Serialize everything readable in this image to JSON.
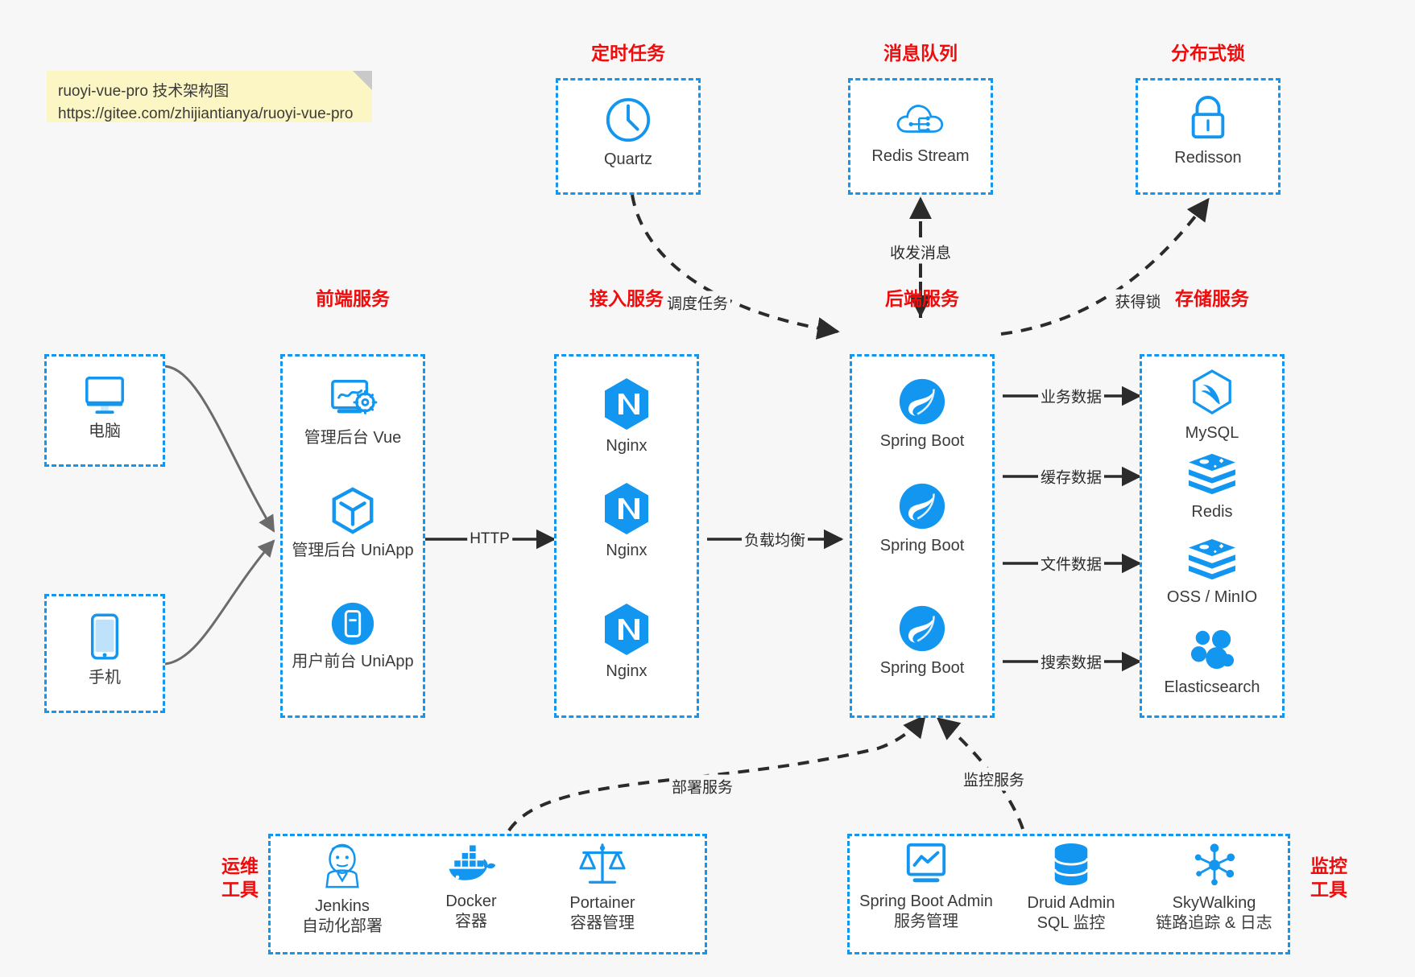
{
  "note": {
    "line1": "ruoyi-vue-pro 技术架构图",
    "line2": "https://gitee.com/zhijiantianya/ruoyi-vue-pro"
  },
  "colors": {
    "accent_blue": "#1296f0",
    "title_red": "#f00c0c",
    "background": "#f7f7f7",
    "note_yellow": "#fbf6c4",
    "arrow_dark": "#2b2b2b"
  },
  "groups": {
    "scheduler": {
      "title": "定时任务",
      "nodes": [
        {
          "label": "Quartz",
          "icon": "clock-icon"
        }
      ]
    },
    "mq": {
      "title": "消息队列",
      "nodes": [
        {
          "label": "Redis Stream",
          "icon": "cloud-network-icon"
        }
      ]
    },
    "lock": {
      "title": "分布式锁",
      "nodes": [
        {
          "label": "Redisson",
          "icon": "lock-icon"
        }
      ]
    },
    "clients": {
      "nodes": [
        {
          "label": "电脑",
          "icon": "desktop-icon"
        },
        {
          "label": "手机",
          "icon": "mobile-icon"
        }
      ]
    },
    "frontend": {
      "title": "前端服务",
      "nodes": [
        {
          "label": "管理后台 Vue",
          "icon": "monitor-gear-icon"
        },
        {
          "label": "管理后台 UniApp",
          "icon": "hexagon-cube-icon"
        },
        {
          "label": "用户前台 UniApp",
          "icon": "phone-app-icon"
        }
      ]
    },
    "gateway": {
      "title": "接入服务",
      "nodes": [
        {
          "label": "Nginx",
          "icon": "nginx-icon"
        },
        {
          "label": "Nginx",
          "icon": "nginx-icon"
        },
        {
          "label": "Nginx",
          "icon": "nginx-icon"
        }
      ]
    },
    "backend": {
      "title": "后端服务",
      "nodes": [
        {
          "label": "Spring Boot",
          "icon": "spring-boot-icon"
        },
        {
          "label": "Spring Boot",
          "icon": "spring-boot-icon"
        },
        {
          "label": "Spring Boot",
          "icon": "spring-boot-icon"
        }
      ]
    },
    "storage": {
      "title": "存储服务",
      "nodes": [
        {
          "label": "MySQL",
          "icon": "mysql-icon"
        },
        {
          "label": "Redis",
          "icon": "redis-icon"
        },
        {
          "label": "OSS / MinIO",
          "icon": "oss-minio-icon"
        },
        {
          "label": "Elasticsearch",
          "icon": "elasticsearch-icon"
        }
      ]
    },
    "devops": {
      "side_title_l1": "运维",
      "side_title_l2": "工具",
      "nodes": [
        {
          "label": "Jenkins",
          "sub": "自动化部署",
          "icon": "jenkins-icon"
        },
        {
          "label": "Docker",
          "sub": "容器",
          "icon": "docker-icon"
        },
        {
          "label": "Portainer",
          "sub": "容器管理",
          "icon": "portainer-scales-icon"
        }
      ]
    },
    "monitor": {
      "side_title_l1": "监控",
      "side_title_l2": "工具",
      "nodes": [
        {
          "label": "Spring Boot Admin",
          "sub": "服务管理",
          "icon": "monitor-chart-icon"
        },
        {
          "label": "Druid Admin",
          "sub": "SQL 监控",
          "icon": "database-icon"
        },
        {
          "label": "SkyWalking",
          "sub": "链路追踪 & 日志",
          "icon": "skywalking-icon"
        }
      ]
    }
  },
  "edges": {
    "http": "HTTP",
    "load_balance": "负载均衡",
    "schedule_task": "调度任务",
    "send_receive_msg": "收发消息",
    "acquire_lock": "获得锁",
    "business_data": "业务数据",
    "cache_data": "缓存数据",
    "file_data": "文件数据",
    "search_data": "搜索数据",
    "deploy_service": "部署服务",
    "monitor_service": "监控服务"
  }
}
